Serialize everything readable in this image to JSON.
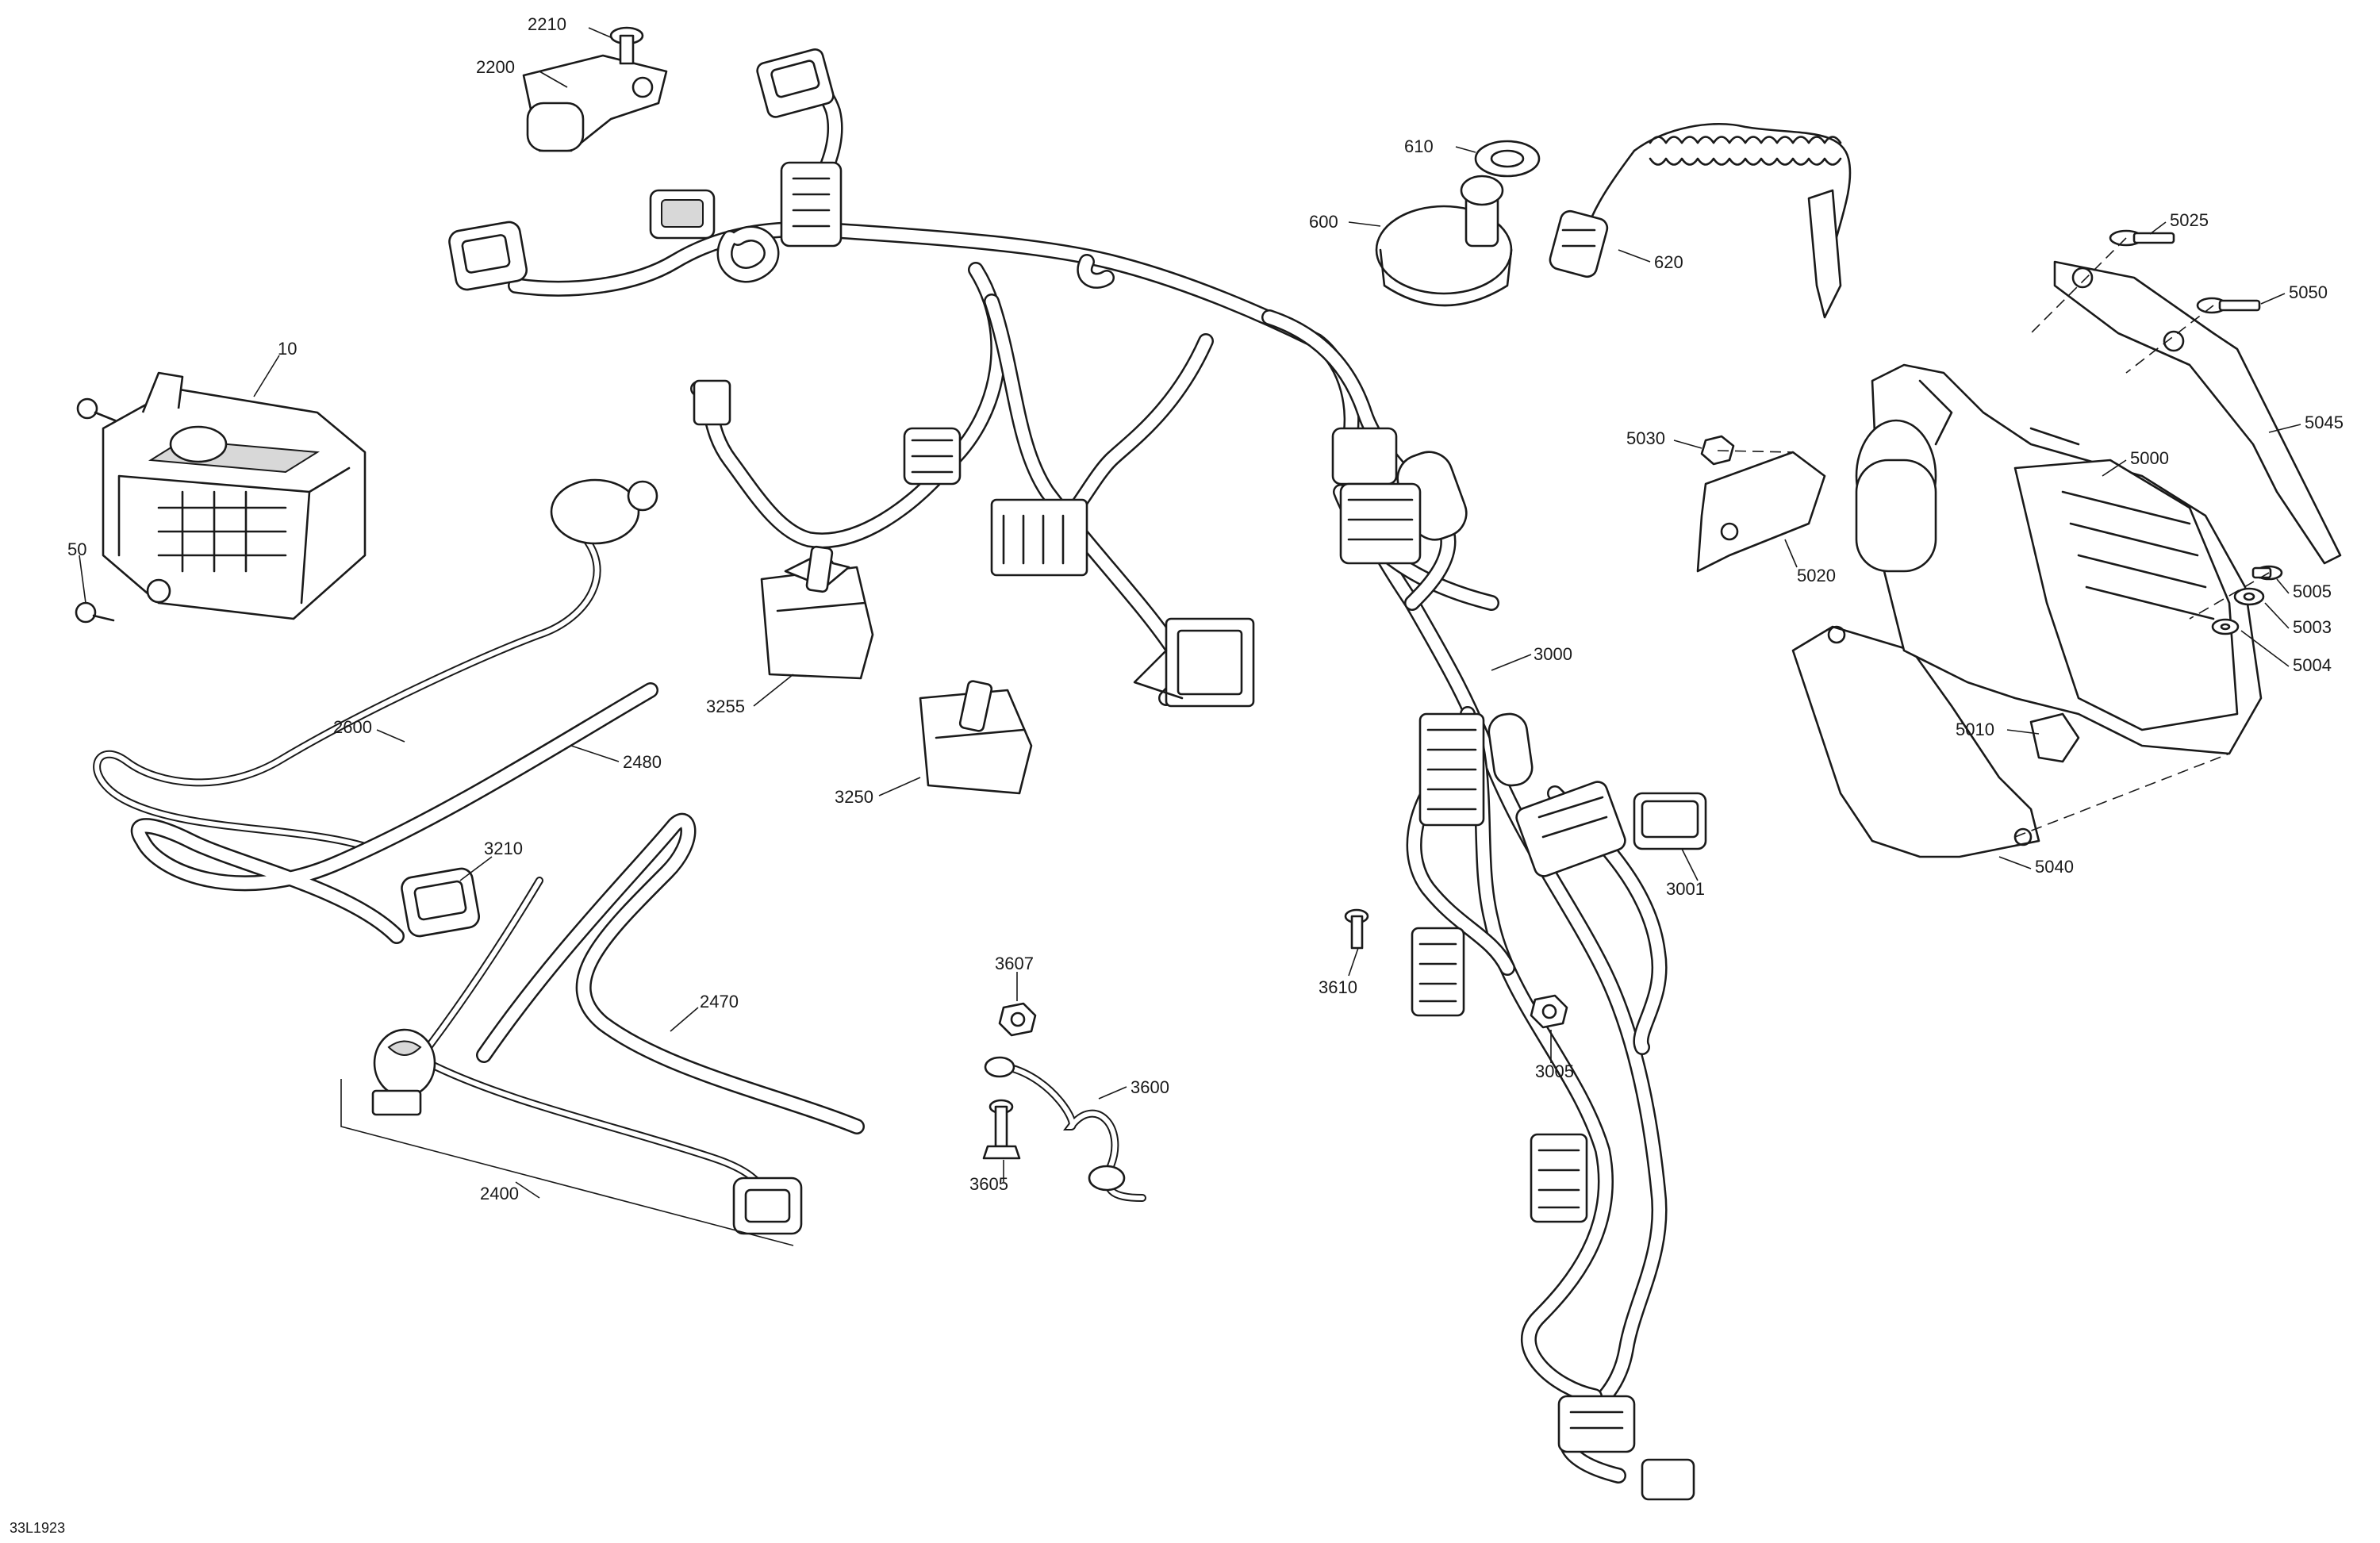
{
  "diagram": {
    "reference_code": "33L1923",
    "callouts": [
      {
        "id": "c-2210",
        "label": "2210"
      },
      {
        "id": "c-2200",
        "label": "2200"
      },
      {
        "id": "c-10",
        "label": "10"
      },
      {
        "id": "c-50",
        "label": "50"
      },
      {
        "id": "c-2600",
        "label": "2600"
      },
      {
        "id": "c-2480",
        "label": "2480"
      },
      {
        "id": "c-3210",
        "label": "3210"
      },
      {
        "id": "c-2470",
        "label": "2470"
      },
      {
        "id": "c-2400",
        "label": "2400"
      },
      {
        "id": "c-3255",
        "label": "3255"
      },
      {
        "id": "c-3250",
        "label": "3250"
      },
      {
        "id": "c-3607",
        "label": "3607"
      },
      {
        "id": "c-3600",
        "label": "3600"
      },
      {
        "id": "c-3605",
        "label": "3605"
      },
      {
        "id": "c-3610",
        "label": "3610"
      },
      {
        "id": "c-3005",
        "label": "3005"
      },
      {
        "id": "c-3001",
        "label": "3001"
      },
      {
        "id": "c-3000",
        "label": "3000"
      },
      {
        "id": "c-610",
        "label": "610"
      },
      {
        "id": "c-600",
        "label": "600"
      },
      {
        "id": "c-620",
        "label": "620"
      },
      {
        "id": "c-5025",
        "label": "5025"
      },
      {
        "id": "c-5050",
        "label": "5050"
      },
      {
        "id": "c-5045",
        "label": "5045"
      },
      {
        "id": "c-5030",
        "label": "5030"
      },
      {
        "id": "c-5000",
        "label": "5000"
      },
      {
        "id": "c-5020",
        "label": "5020"
      },
      {
        "id": "c-5005",
        "label": "5005"
      },
      {
        "id": "c-5003",
        "label": "5003"
      },
      {
        "id": "c-5004",
        "label": "5004"
      },
      {
        "id": "c-5010",
        "label": "5010"
      },
      {
        "id": "c-5040",
        "label": "5040"
      }
    ]
  }
}
